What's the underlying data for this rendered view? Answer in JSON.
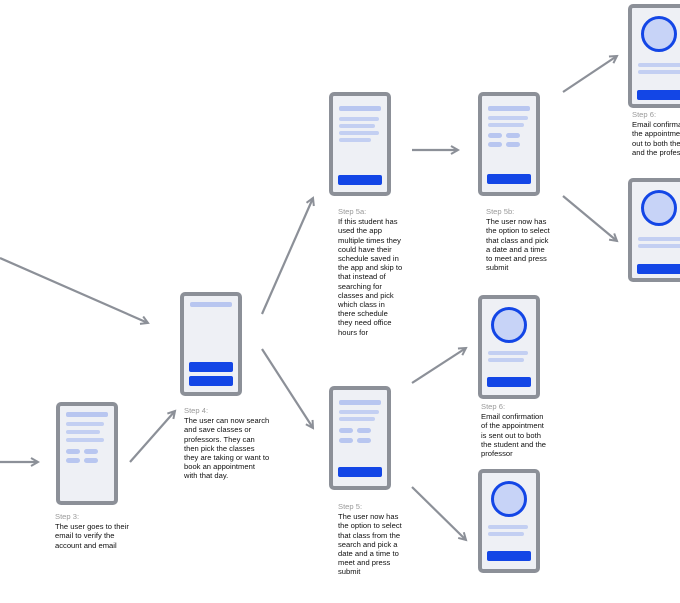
{
  "steps": {
    "s3": {
      "label": "Step 3:",
      "text": "The user goes to their email to verify the account and email"
    },
    "s4": {
      "label": "Step 4:",
      "text": "The user can now search and save classes or professors. They can then pick the classes they are taking or want to book an appointment with that day."
    },
    "s5": {
      "label": "Step 5:",
      "text": "The user now has the option to select that class from the search and pick a date and a time to meet and press submit"
    },
    "s5a": {
      "label": "Step 5a:",
      "text": "If this student has used the app multiple times they could have their schedule saved in the app and skip to that instead of searching for classes and pick which class in there schedule they need office hours for"
    },
    "s5b": {
      "label": "Step 5b:",
      "text": "The user now has the option to select that class and pick a date and a time to meet and press submit"
    },
    "s6_top": {
      "label": "Step 6:",
      "text": "Email confirmation of the appointment is sent out to both the student and the professor"
    },
    "s6_mid": {
      "label": "Step 6:",
      "text": "Email confirmation of the appointment is sent out to both the student and the professor"
    }
  },
  "colors": {
    "arrow": "#8c9098",
    "frame": "#8c9098",
    "accent": "#1346e6",
    "placeholder": "#c3cff2"
  }
}
